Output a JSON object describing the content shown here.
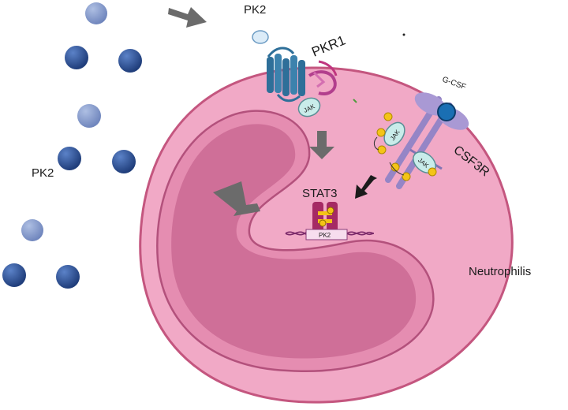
{
  "labels": {
    "pk2_top": "PK2",
    "pk2_left": "PK2",
    "pkr1": "PKR1",
    "gcsf": "G-CSF",
    "csf3r": "CSF3R",
    "stat3": "STAT3",
    "jak_pkr1": "JAK",
    "jak_csf3r_1": "JAK",
    "jak_csf3r_2": "JAK",
    "pk2_gene": "PK2",
    "neutrophils": "Neutrophilis"
  },
  "colors": {
    "cell_fill": "#f1a9c6",
    "cell_outline": "#c4567f",
    "nucleus_fill": "#cf6f98",
    "nucleus_outline": "#b3517c",
    "pk2_dark": "#2c4f92",
    "pk2_light": "#7f98cb",
    "receptor_blue": "#2e6f99",
    "csf3r_purple": "#9585c6",
    "jak_fill": "#c9ecea",
    "phospho": "#f4c417",
    "stat3": "#a52a64",
    "arrow_gray": "#6b6b6b",
    "arrow_black": "#1b1b1b"
  }
}
